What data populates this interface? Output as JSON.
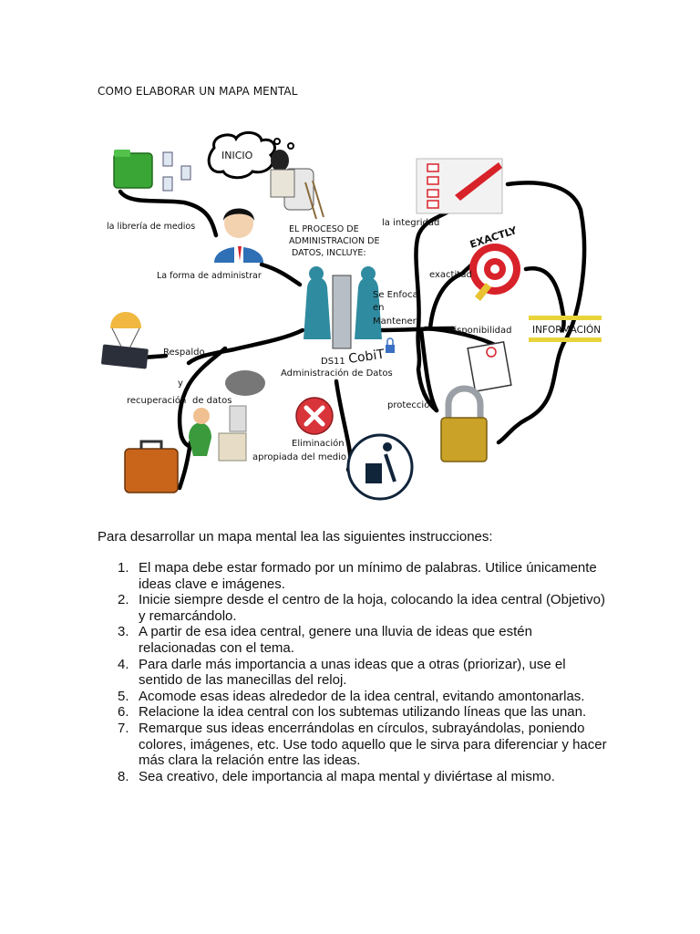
{
  "document": {
    "title": "COMO ELABORAR UN MAPA MENTAL",
    "intro": "Para desarrollar un mapa mental lea las siguientes instrucciones:",
    "instructions": [
      "El mapa debe estar formado por un mínimo de palabras. Utilice únicamente ideas clave e imágenes.",
      "Inicie siempre desde el centro de la hoja, colocando la idea central (Objetivo) y remarcándolo.",
      "A partir de esa idea central, genere una lluvia de ideas que estén relacionadas con el tema.",
      "Para darle más importancia a unas ideas que a otras (priorizar), use el sentido de las manecillas del reloj.",
      "Acomode esas ideas alrededor de la idea central, evitando amontonarlas.",
      "Relacione la idea central con los subtemas utilizando líneas que las unan.",
      "Remarque sus ideas encerrándolas en círculos, subrayándolas, poniendo colores, imágenes, etc. Use todo aquello que le sirva para diferenciar y hacer más clara la relación entre las ideas.",
      "Sea creativo, dele importancia al mapa mental y diviértase al mismo."
    ]
  },
  "mindmap": {
    "inicio": "INICIO",
    "center_line1": "EL PROCESO DE",
    "center_line2": "ADMINISTRACION DE",
    "center_line3": "DATOS, INCLUYE:",
    "libreria": "la librería de medios",
    "forma": "La forma de administrar",
    "enfoca1": "Se Enfoca",
    "enfoca2": "en",
    "enfoca3": "Mantener",
    "integridad": "la integridad",
    "exactitud": "exactitud",
    "exactly": "EXACTLY",
    "disponibilidad": "disponibilidad",
    "informacion": "INFORMACIÓN",
    "respaldo": "Respaldo",
    "y": "y",
    "recuperacion": "recuperación",
    "de_datos": "de datos",
    "ds11": "DS11",
    "cobit": "CobiT",
    "ds11_name": "Administración de Datos",
    "eliminacion1": "Eliminación",
    "eliminacion2": "apropiada del medio",
    "proteccion": "protección"
  },
  "colors": {
    "folder_green": "#3aa635",
    "target_red": "#d8222a",
    "lock_gold": "#c9a227",
    "briefcase_orange": "#c8651b",
    "x_red": "#d9343a",
    "info_yellow": "#e8d43a"
  }
}
